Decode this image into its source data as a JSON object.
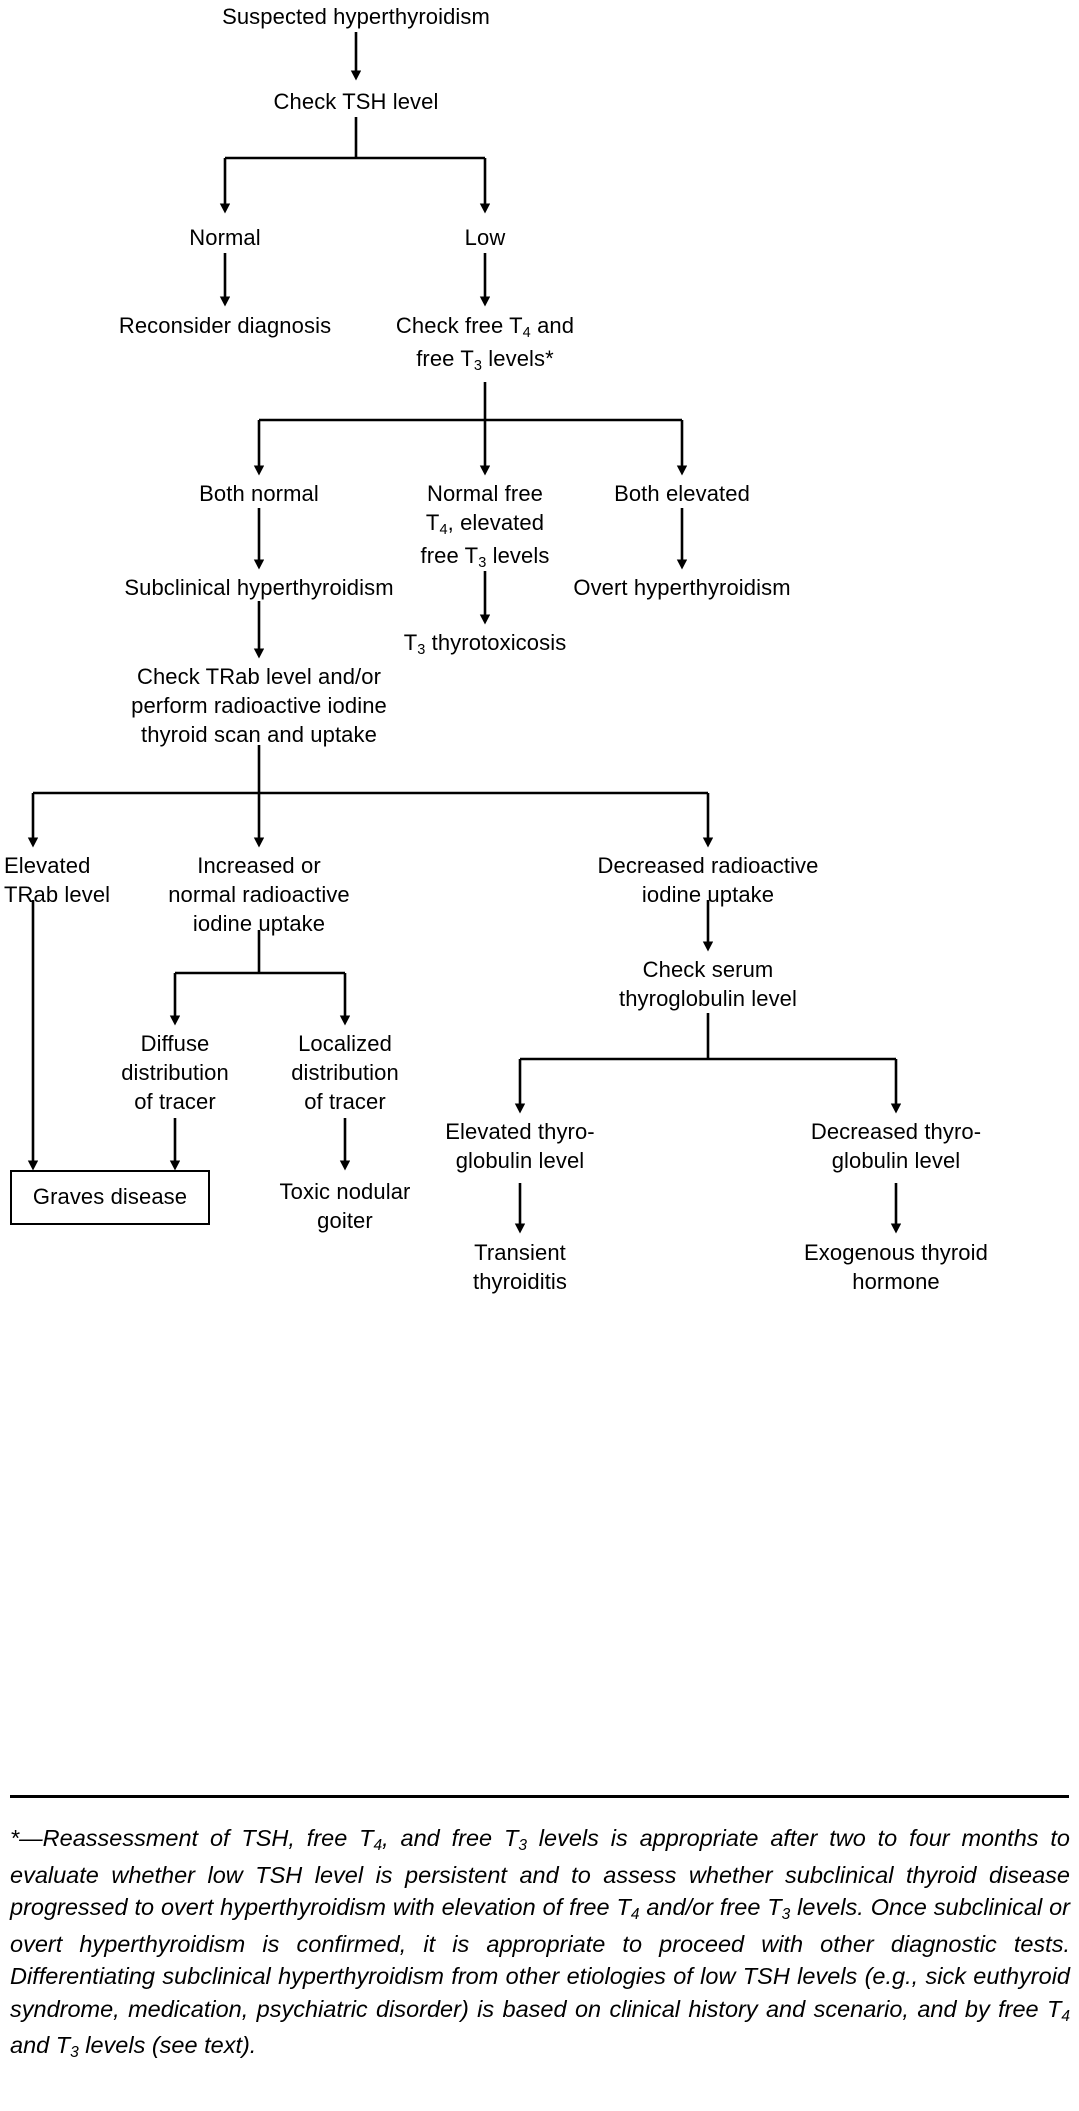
{
  "diagram": {
    "title": "Suspected hyperthyroidism diagnostic algorithm",
    "type": "flowchart",
    "line_color": "#000000",
    "background_color": "#ffffff",
    "nodes": [
      {
        "id": "suspected",
        "label": "Suspected hyperthyroidism",
        "boxed": false
      },
      {
        "id": "check_tsh",
        "label": "Check TSH level",
        "boxed": false
      },
      {
        "id": "normal",
        "label": "Normal",
        "boxed": false
      },
      {
        "id": "low",
        "label": "Low",
        "boxed": false
      },
      {
        "id": "reconsider",
        "label": "Reconsider diagnosis",
        "boxed": false
      },
      {
        "id": "check_free",
        "label": "Check free T4 and free T3 levels*",
        "boxed": false
      },
      {
        "id": "both_normal",
        "label": "Both normal",
        "boxed": false
      },
      {
        "id": "normal_free_t4",
        "label": "Normal free T4, elevated free T3 levels",
        "boxed": false
      },
      {
        "id": "both_elevated",
        "label": "Both elevated",
        "boxed": false
      },
      {
        "id": "subclinical",
        "label": "Subclinical hyperthyroidism",
        "boxed": false
      },
      {
        "id": "t3_thyrotox",
        "label": "T3 thyrotoxicosis",
        "boxed": false
      },
      {
        "id": "overt",
        "label": "Overt hyperthyroidism",
        "boxed": false
      },
      {
        "id": "check_trab",
        "label": "Check TRab level and/or perform radioactive iodine thyroid scan and uptake",
        "boxed": false
      },
      {
        "id": "elevated_trab",
        "label": "Elevated TRab level",
        "boxed": false
      },
      {
        "id": "increased_riu",
        "label": "Increased or normal radioactive iodine uptake",
        "boxed": false
      },
      {
        "id": "decreased_riu",
        "label": "Decreased radioactive iodine uptake",
        "boxed": false
      },
      {
        "id": "diffuse",
        "label": "Diffuse distribution of tracer",
        "boxed": false
      },
      {
        "id": "localized",
        "label": "Localized distribution of tracer",
        "boxed": false
      },
      {
        "id": "check_tg",
        "label": "Check serum thyroglobulin level",
        "boxed": false
      },
      {
        "id": "graves",
        "label": "Graves disease",
        "boxed": true
      },
      {
        "id": "toxic_nodular",
        "label": "Toxic nodular goiter",
        "boxed": false
      },
      {
        "id": "elevated_tg",
        "label": "Elevated thyro-globulin level",
        "boxed": false
      },
      {
        "id": "decreased_tg",
        "label": "Decreased thyro-globulin level",
        "boxed": false
      },
      {
        "id": "transient",
        "label": "Transient thyroiditis",
        "boxed": false
      },
      {
        "id": "exogenous",
        "label": "Exogenous thyroid hormone",
        "boxed": false
      }
    ],
    "labels": {
      "suspected_hyperthyroidism": "Suspected hyperthyroidism",
      "check_tsh_level": "Check TSH level",
      "normal": "Normal",
      "low": "Low",
      "reconsider_diagnosis": "Reconsider diagnosis",
      "check_free_line1_a": "Check free T",
      "check_free_line1_sub": "4",
      "check_free_line1_b": " and",
      "check_free_line2_a": "free T",
      "check_free_line2_sub": "3",
      "check_free_line2_b": " levels*",
      "both_normal": "Both normal",
      "normal_free_line1": "Normal free",
      "normal_free_line2_a": "T",
      "normal_free_line2_sub": "4",
      "normal_free_line2_b": ", elevated",
      "normal_free_line3_a": "free T",
      "normal_free_line3_sub": "3",
      "normal_free_line3_b": " levels",
      "both_elevated": "Both elevated",
      "subclinical_hyperthyroidism": "Subclinical hyperthyroidism",
      "t3_thyrotoxicosis_a": "T",
      "t3_thyrotoxicosis_sub": "3",
      "t3_thyrotoxicosis_b": " thyrotoxicosis",
      "overt_hyperthyroidism": "Overt hyperthyroidism",
      "check_trab_line1": "Check TRab level and/or",
      "check_trab_line2": "perform radioactive iodine",
      "check_trab_line3": "thyroid scan and uptake",
      "elevated_trab_line1": "Elevated",
      "elevated_trab_line2": "TRab level",
      "increased_riu_line1": "Increased or",
      "increased_riu_line2": "normal radioactive",
      "increased_riu_line3": "iodine uptake",
      "decreased_riu_line1": "Decreased radioactive",
      "decreased_riu_line2": "iodine uptake",
      "diffuse_line1": "Diffuse",
      "diffuse_line2": "distribution",
      "diffuse_line3": "of tracer",
      "localized_line1": "Localized",
      "localized_line2": "distribution",
      "localized_line3": "of tracer",
      "check_tg_line1": "Check serum",
      "check_tg_line2": "thyroglobulin level",
      "graves_disease": "Graves disease",
      "toxic_nodular_line1": "Toxic nodular",
      "toxic_nodular_line2": "goiter",
      "elevated_tg_line1": "Elevated thyro-",
      "elevated_tg_line2": "globulin level",
      "decreased_tg_line1": "Decreased thyro-",
      "decreased_tg_line2": "globulin level",
      "transient_line1": "Transient",
      "transient_line2": "thyroiditis",
      "exogenous_line1": "Exogenous thyroid",
      "exogenous_line2": "hormone"
    }
  },
  "footnote": {
    "marker": "*—",
    "p1": "Reassessment of TSH, free T",
    "s1": "4",
    "p2": ", and free T",
    "s2": "3",
    "p3": " levels is appropriate after two to four months to evaluate whether low TSH level is persistent and to assess whether subclinical thyroid disease progressed to overt hyperthyroidism with elevation of free T",
    "s3": "4",
    "p4": " and/or free T",
    "s4": "3",
    "p5": " levels. Once subclinical or overt hyperthyroidism is confirmed, it is appropriate to proceed with other diagnostic tests. Differentiating subclinical hyperthyroidism from other etiologies of low TSH levels (e.g., sick euthyroid syndrome, medication, psychiatric disorder) is based on clinical history and scenario, and by free T",
    "s5": "4",
    "p6": " and T",
    "s6": "3",
    "p7": " levels (see text)."
  }
}
